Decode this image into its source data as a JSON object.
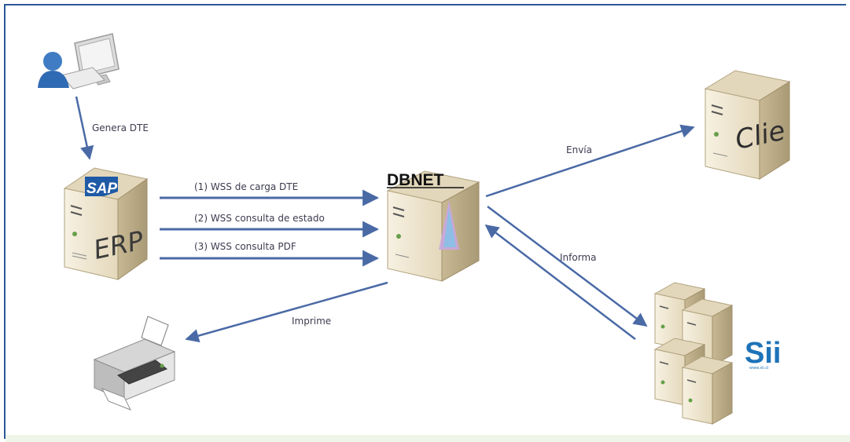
{
  "colors": {
    "frame": "#2d5896",
    "arrow": "#4a6aa6",
    "server_top": "#d8ccb0",
    "server_front": "#f1e9d4",
    "server_side": "#bfb08e",
    "sii_blue": "#1e73b8"
  },
  "nodes": {
    "user": {
      "icon": "user-computer-icon"
    },
    "erp": {
      "label": "ERP",
      "logo": "SAP",
      "icon": "server-icon"
    },
    "dbnet": {
      "label": "DBNET",
      "icon": "server-icon"
    },
    "client": {
      "label": "Clie",
      "icon": "server-icon"
    },
    "sii": {
      "logo": "Sii",
      "url": "www.sii.cl",
      "icon": "server-cluster-icon"
    },
    "printer": {
      "icon": "printer-icon"
    }
  },
  "edges": {
    "genera": "Genera DTE",
    "carga": "(1) WSS de carga DTE",
    "estado": "(2) WSS consulta de estado",
    "pdf": "(3) WSS consulta PDF",
    "envia": "Envía",
    "informa": "Informa",
    "imprime": "Imprime"
  }
}
